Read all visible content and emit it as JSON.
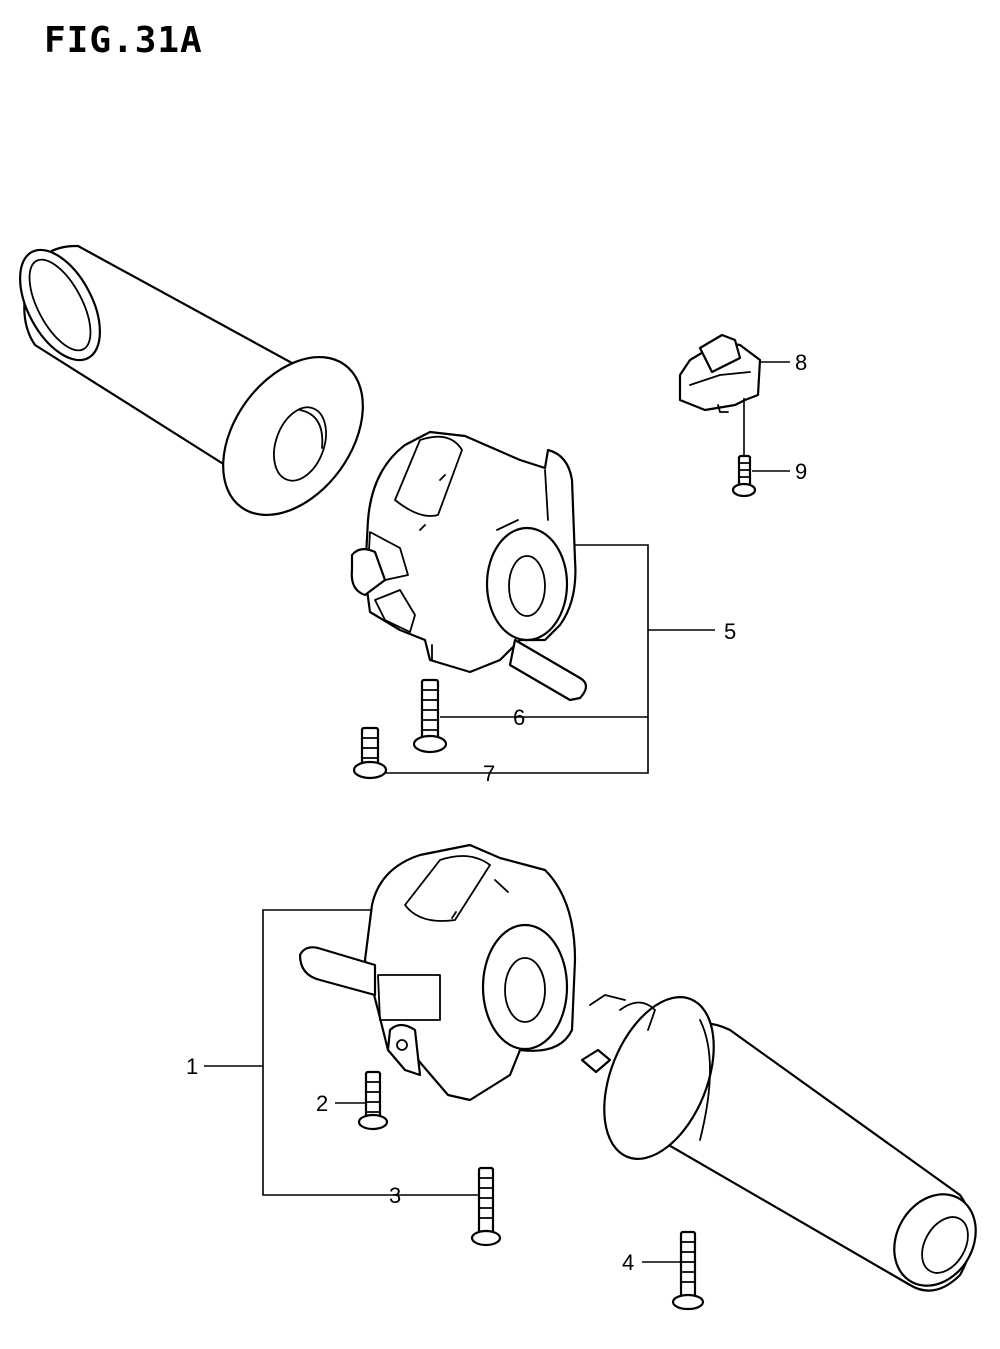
{
  "figure": {
    "title": "FIG.31A"
  },
  "callouts": [
    {
      "id": "1",
      "label": "1"
    },
    {
      "id": "2",
      "label": "2"
    },
    {
      "id": "3",
      "label": "3"
    },
    {
      "id": "4",
      "label": "4"
    },
    {
      "id": "5",
      "label": "5"
    },
    {
      "id": "6",
      "label": "6"
    },
    {
      "id": "7",
      "label": "7"
    },
    {
      "id": "8",
      "label": "8"
    },
    {
      "id": "9",
      "label": "9"
    }
  ]
}
